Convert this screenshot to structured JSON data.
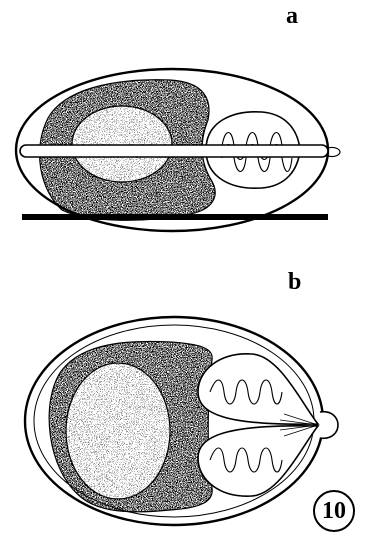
{
  "panels": {
    "a": {
      "label": "a"
    },
    "b": {
      "label": "b"
    }
  },
  "figure_number": "10",
  "colors": {
    "ink": "#000000",
    "paper": "#ffffff"
  }
}
